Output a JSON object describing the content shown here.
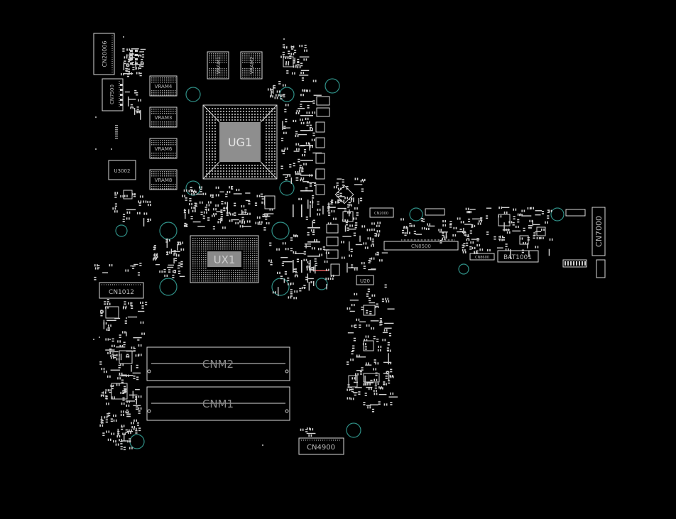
{
  "board": {
    "background": "#000000",
    "silkscreen_color": "#d8d8d8",
    "hole_color": "#2f8f86",
    "highlight_color": "#e05a5a",
    "labels": {
      "ug1": "UG1",
      "ux1": "UX1",
      "cnm1": "CNM1",
      "cnm2": "CNM2",
      "cn4900": "CN4900",
      "cn1012": "CN1012",
      "cn7000": "CN7000",
      "bat1001": "BAT1001",
      "cn8500": "CN8500",
      "u3002": "U3002",
      "cn7500": "CN7500",
      "cn20006": "CN20006",
      "vram4": "VRAM4",
      "vram3": "VRAM3",
      "vram6": "VRAM6",
      "vram8": "VRAM8",
      "vram1": "VRAM1",
      "vram2": "VRAM2",
      "u20": "U20",
      "cn2000": "CN2000",
      "cn8600": "CN8600"
    }
  }
}
